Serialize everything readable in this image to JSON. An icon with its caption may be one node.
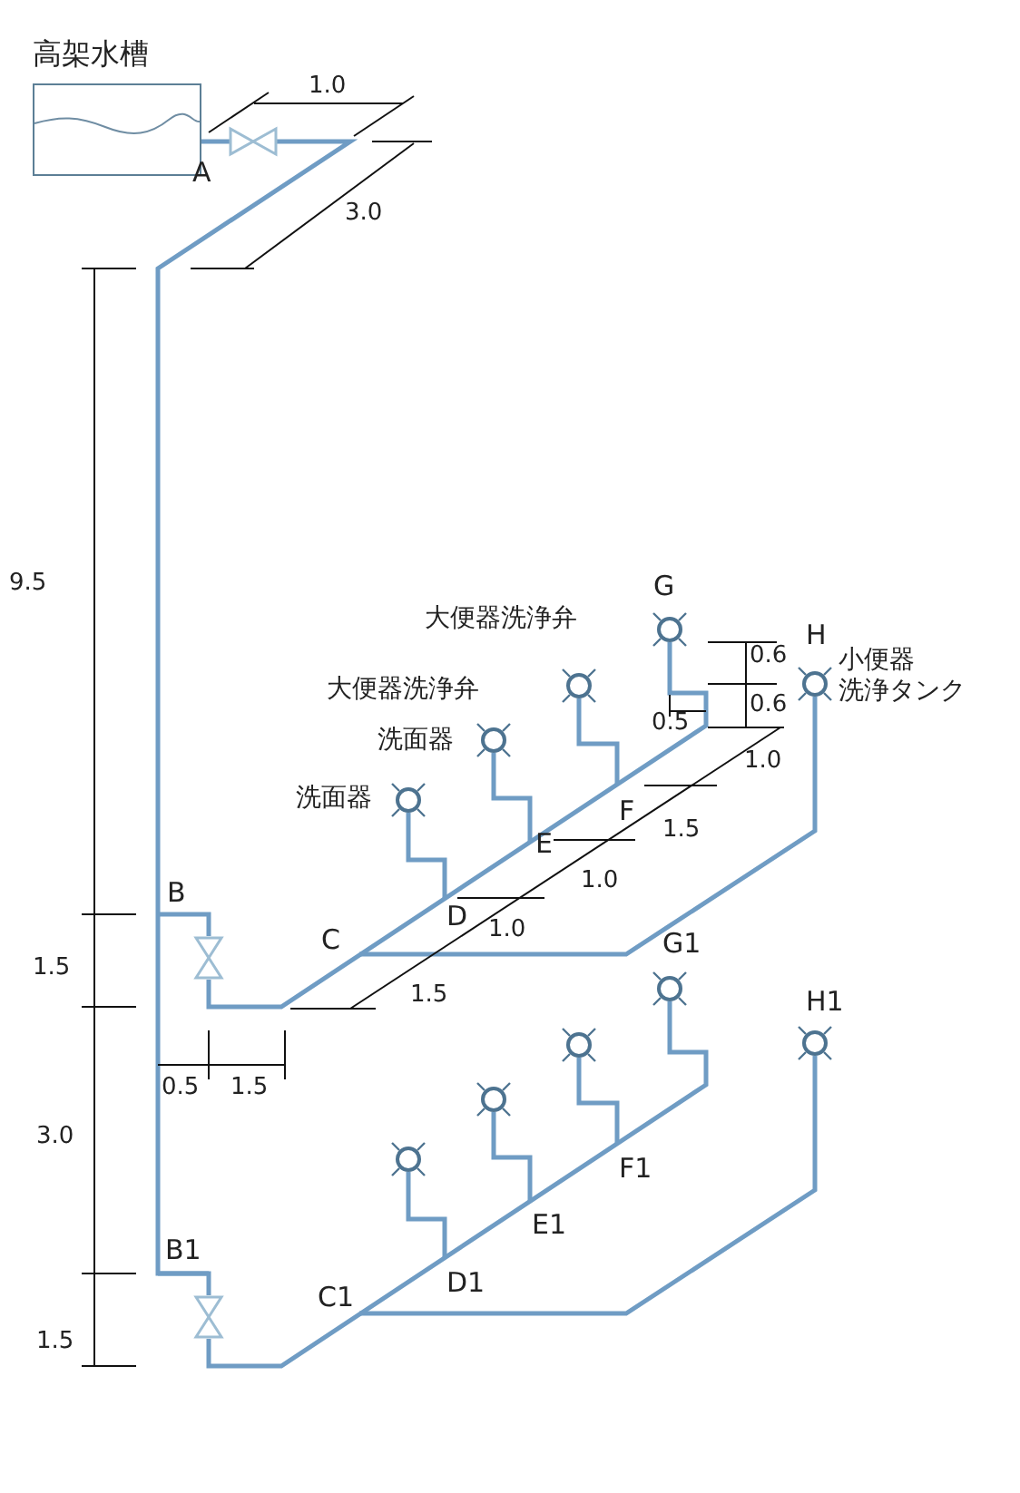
{
  "diagram": {
    "nodes": [
      {
        "text": [
          "高架水槽"
        ]
      }
    ],
    "labels": [
      "1.0",
      "A",
      "3.0",
      "9.5",
      "G",
      "大便器洗浄弁",
      "H",
      "0.6",
      "小便器洗浄タンク",
      "大便器洗浄弁",
      "0.6",
      "0.5",
      "洗面器",
      "1.0",
      "洗面器",
      "F",
      "1.5",
      "E",
      "1.0",
      "D",
      "B",
      "1.0",
      "C",
      "1.5",
      "1.5",
      "G1",
      "H1",
      "0.5",
      "1.5",
      "3.0",
      "F1",
      "E1",
      "B1",
      "D1",
      "C1",
      "1.5"
    ]
  }
}
